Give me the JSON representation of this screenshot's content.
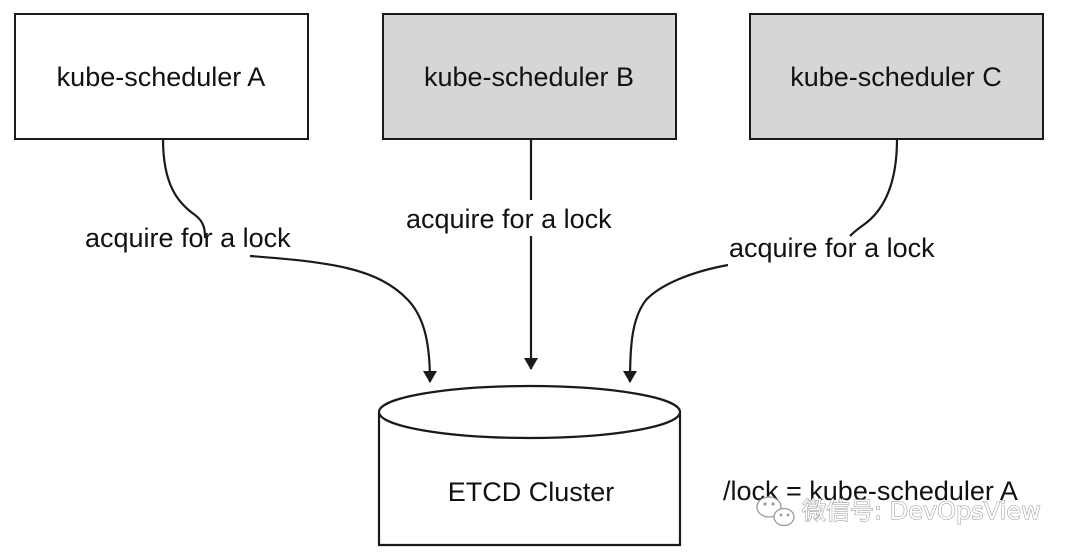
{
  "nodes": [
    {
      "id": "a",
      "label": "kube-scheduler A",
      "fill": "#ffffff"
    },
    {
      "id": "b",
      "label": "kube-scheduler B",
      "fill": "#d6d6d6"
    },
    {
      "id": "c",
      "label": "kube-scheduler C",
      "fill": "#d6d6d6"
    }
  ],
  "edges": [
    {
      "from": "a",
      "to": "etcd",
      "label": "acquire for a lock"
    },
    {
      "from": "b",
      "to": "etcd",
      "label": "acquire for a lock"
    },
    {
      "from": "c",
      "to": "etcd",
      "label": "acquire for a lock"
    }
  ],
  "database": {
    "label": "ETCD Cluster"
  },
  "lock_note": "/lock = kube-scheduler A",
  "watermark": "微信号: DevOpsView",
  "colors": {
    "stroke": "#1a1a1a",
    "inactive_fill": "#d6d6d6",
    "active_fill": "#ffffff"
  }
}
